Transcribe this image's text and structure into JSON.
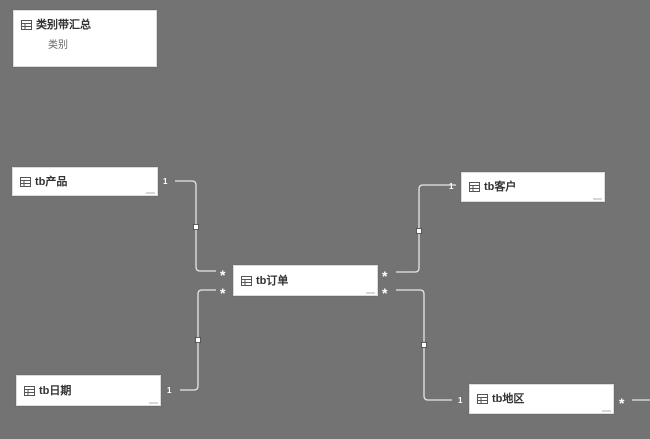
{
  "tables": [
    {
      "id": "category_summary",
      "title": "类别带汇总",
      "fields": [
        "类别"
      ]
    },
    {
      "id": "product",
      "title": "tb产品",
      "fields": []
    },
    {
      "id": "customer",
      "title": "tb客户",
      "fields": []
    },
    {
      "id": "orders",
      "title": "tb订单",
      "fields": []
    },
    {
      "id": "date",
      "title": "tb日期",
      "fields": []
    },
    {
      "id": "region",
      "title": "tb地区",
      "fields": []
    }
  ],
  "relationships": [
    {
      "from": "product",
      "to": "orders",
      "from_cardinality": "1",
      "to_cardinality": "*"
    },
    {
      "from": "customer",
      "to": "orders",
      "from_cardinality": "1",
      "to_cardinality": "*"
    },
    {
      "from": "date",
      "to": "orders",
      "from_cardinality": "1",
      "to_cardinality": "*"
    },
    {
      "from": "region",
      "to": "orders",
      "from_cardinality": "1",
      "to_cardinality": "*"
    },
    {
      "from": "region",
      "to": "offscreen",
      "from_cardinality": "*",
      "to_cardinality": ""
    }
  ],
  "colors": {
    "canvas": "#737373",
    "card": "#ffffff",
    "line": "#e6e6e6",
    "title_text": "#333333",
    "field_text": "#666666"
  }
}
